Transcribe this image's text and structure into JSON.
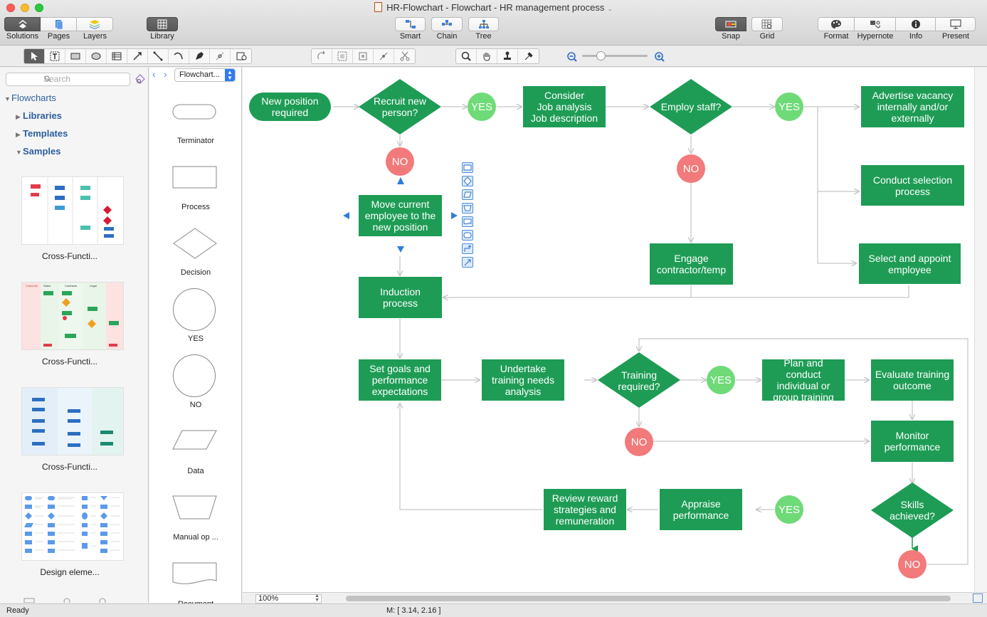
{
  "window": {
    "title": "HR-Flowchart - Flowchart - HR management process"
  },
  "toolbar": {
    "solutions": "Solutions",
    "pages": "Pages",
    "layers": "Layers",
    "library": "Library",
    "smart": "Smart",
    "chain": "Chain",
    "tree": "Tree",
    "snap": "Snap",
    "grid": "Grid",
    "format": "Format",
    "hypernote": "Hypernote",
    "info": "Info",
    "present": "Present"
  },
  "sidebar": {
    "search_placeholder": "Search",
    "root": "Flowcharts",
    "items": [
      "Libraries",
      "Templates",
      "Samples"
    ],
    "thumbnails": [
      "Cross-Functi...",
      "Cross-Functi...",
      "Cross-Functi...",
      "Design eleme..."
    ]
  },
  "shapes": {
    "library": "Flowchart...",
    "items": [
      "Terminator",
      "Process",
      "Decision",
      "YES",
      "NO",
      "Data",
      "Manual op ...",
      "Document"
    ]
  },
  "flow": {
    "new_position": "New position required",
    "recruit": "Recruit new person?",
    "yes1": "YES",
    "no1": "NO",
    "consider_l1": "Consider",
    "consider_l2": "Job analysis",
    "consider_l3": "Job description",
    "employ": "Employ staff?",
    "yes2": "YES",
    "no2": "NO",
    "advertise": "Advertise vacancy internally and/or externally",
    "selection": "Conduct selection process",
    "appoint": "Select and appoint employee",
    "move": "Move current employee to the new position",
    "engage": "Engage contractor/temp",
    "induction": "Induction process",
    "goals": "Set goals and performance expectations",
    "training_needs": "Undertake training needs analysis",
    "training_req": "Training required?",
    "yes3": "YES",
    "no3": "NO",
    "plan_training": "Plan and conduct individual or group training",
    "evaluate": "Evaluate training outcome",
    "monitor": "Monitor performance",
    "skills": "Skills achieved?",
    "yes4": "YES",
    "no4": "NO",
    "appraise": "Appraise performance",
    "review": "Review reward strategies and remuneration"
  },
  "zoom": {
    "value": "100%"
  },
  "status": {
    "ready": "Ready",
    "coords": "M: [ 3.14, 2.16 ]"
  },
  "colors": {
    "node_green": "#1e9c55",
    "yes": "#6fda78",
    "no": "#f27a7a",
    "connector": "#c8c8c8"
  }
}
